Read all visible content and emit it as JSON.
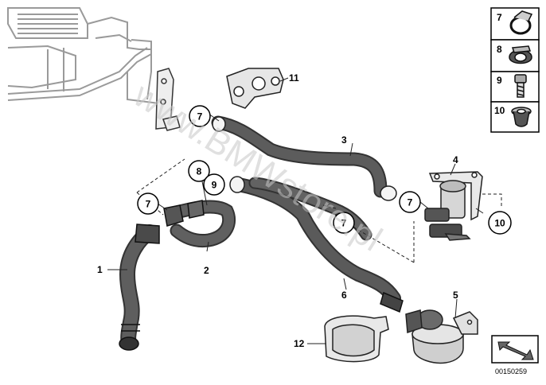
{
  "watermark": "www.BMWstore.pl",
  "diagram_id": "00150259",
  "callouts": {
    "c1": "1",
    "c2": "2",
    "c3": "3",
    "c4": "4",
    "c5": "5",
    "c6": "6",
    "c7a": "7",
    "c7b": "7",
    "c7c": "7",
    "c7d": "7",
    "c8": "8",
    "c9": "9",
    "c10": "10",
    "c11": "11",
    "c12": "12"
  },
  "legend": [
    {
      "number": "7",
      "part": "hose-clamp"
    },
    {
      "number": "8",
      "part": "cable-clip"
    },
    {
      "number": "9",
      "part": "hex-bolt"
    },
    {
      "number": "10",
      "part": "grommet-nut"
    }
  ],
  "colors": {
    "hose": "#4a4a4a",
    "hose_light": "#8a8a8a",
    "outline": "#000000",
    "frame": "#b9b9b9"
  }
}
